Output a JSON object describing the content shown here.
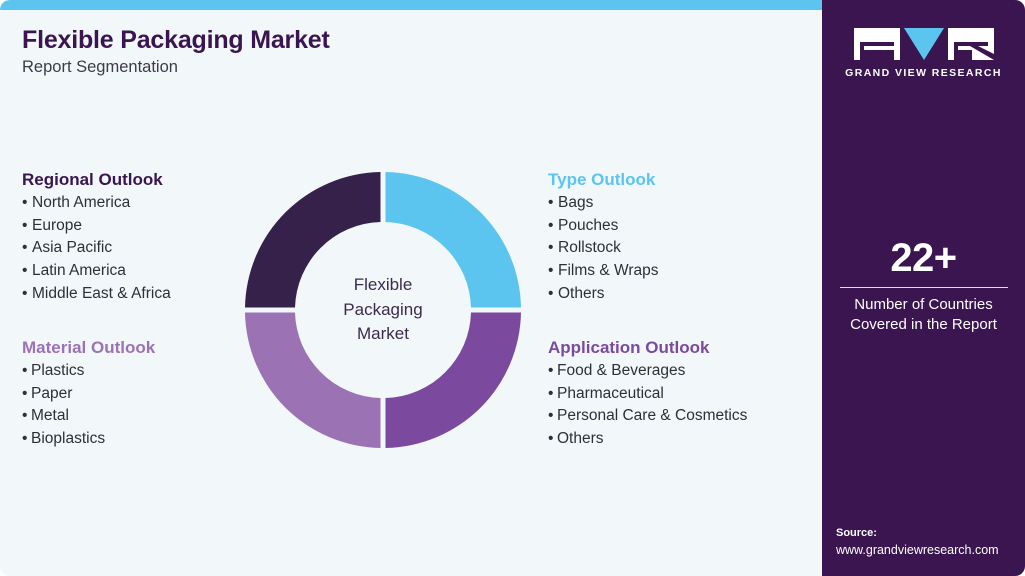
{
  "header": {
    "title": "Flexible Packaging Market",
    "subtitle": "Report Segmentation"
  },
  "colors": {
    "accent_bar": "#5bc5ef",
    "panel_bg": "#3a1550",
    "card_bg": "#f2f7fa",
    "segment_blue": "#5bc5ef",
    "segment_dark_purple": "#35214a",
    "segment_medium_purple": "#7b4a9e",
    "segment_light_purple": "#9b73b4"
  },
  "donut": {
    "center_lines": [
      "Flexible",
      "Packaging",
      "Market"
    ]
  },
  "chart_data": {
    "type": "pie",
    "title": "Flexible Packaging Market",
    "categories": [
      "Type Outlook",
      "Application Outlook",
      "Material Outlook",
      "Regional Outlook"
    ],
    "values": [
      25,
      25,
      25,
      25
    ],
    "colors": [
      "#5bc5ef",
      "#7b4a9e",
      "#9b73b4",
      "#35214a"
    ],
    "legend": "none",
    "note": "Equal-quarter donut used as a segmentation diagram, not a quantitative plot"
  },
  "blocks": {
    "regional": {
      "heading": "Regional Outlook",
      "items": [
        "North America",
        "Europe",
        "Asia Pacific",
        "Latin America",
        "Middle East & Africa"
      ]
    },
    "material": {
      "heading": "Material Outlook",
      "items": [
        "Plastics",
        "Paper",
        "Metal",
        "Bioplastics"
      ]
    },
    "type": {
      "heading": "Type Outlook",
      "items": [
        "Bags",
        "Pouches",
        "Rollstock",
        "Films & Wraps",
        "Others"
      ]
    },
    "application": {
      "heading": "Application Outlook",
      "items": [
        "Food & Beverages",
        "Pharmaceutical",
        "Personal Care & Cosmetics",
        "Others"
      ]
    }
  },
  "panel": {
    "logo_wordmark": "GRAND VIEW RESEARCH",
    "stat_number": "22+",
    "stat_caption_line1": "Number of Countries",
    "stat_caption_line2": "Covered in the Report",
    "source_label": "Source:",
    "source_url": "www.grandviewresearch.com"
  }
}
